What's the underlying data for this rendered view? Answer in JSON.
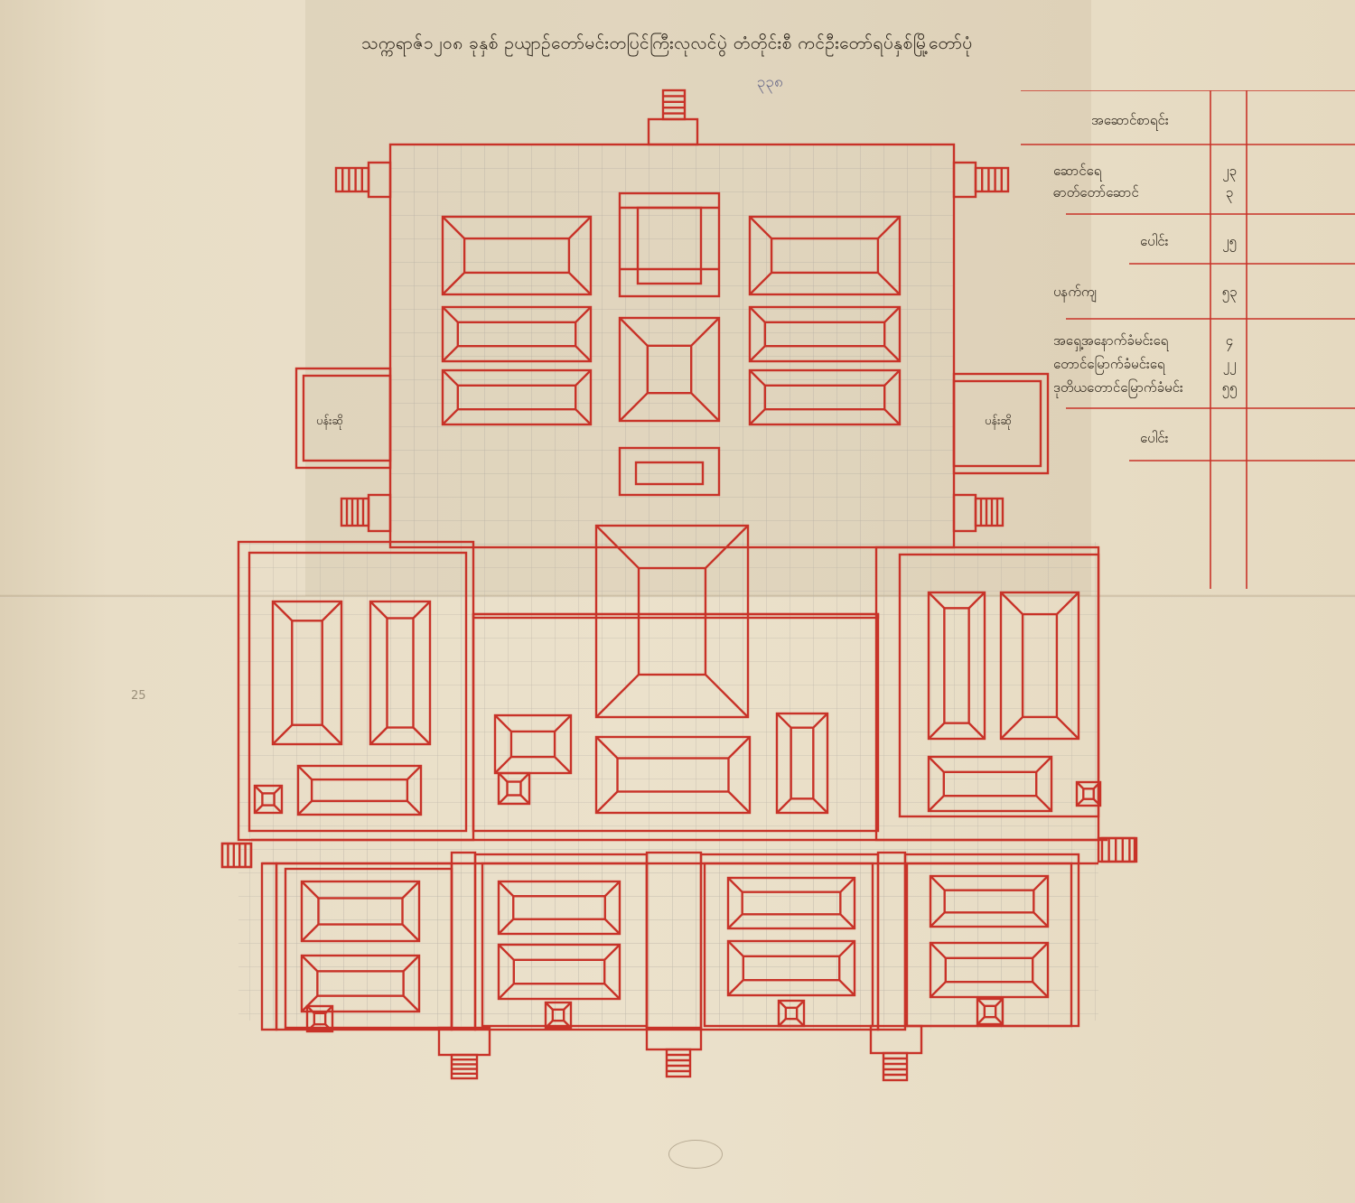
{
  "title": "သက္ကရာဇ်၁၂၀၈ ခုနှစ် ဥယျာဉ်တော်မင်းတပြင်ကြီးလုလင်ပွဲ တံတိုင်းစီ ကင်ဦးတော်ရပ်နှစ်မြို့တော်ပုံ",
  "folio": "၃၃၈",
  "gate_labels": [
    "ပန်းဆို",
    "ပန်းဆို"
  ],
  "margin_note": "25",
  "legend": {
    "rows": [
      {
        "label": "အဆောင်စာရင်း",
        "value": ""
      },
      {
        "label": "ဆောင်ရေ",
        "value": "၂၃"
      },
      {
        "label": "ဓာတ်တော်ဆောင်",
        "value": "၃"
      },
      {
        "label": "ပေါင်း",
        "value": "၂၅"
      },
      {
        "label": "ပနက်ကျ",
        "value": "၅၃"
      },
      {
        "label": "အ‌ရှေ့အနောက်ခံမင်းရေ",
        "value": "၄"
      },
      {
        "label": "တောင်မြောက်ခံမင်းရေ",
        "value": "၂၂"
      },
      {
        "label": "ဒုတိယတောင်မြောက်ခံမင်း",
        "value": "၅၅"
      },
      {
        "label": "ပေါင်း",
        "value": ""
      }
    ]
  },
  "colors": {
    "ink_red": "#c83228",
    "paper": "#e8ddc6",
    "grid": "#b9b2a6",
    "text": "#2a2218"
  }
}
